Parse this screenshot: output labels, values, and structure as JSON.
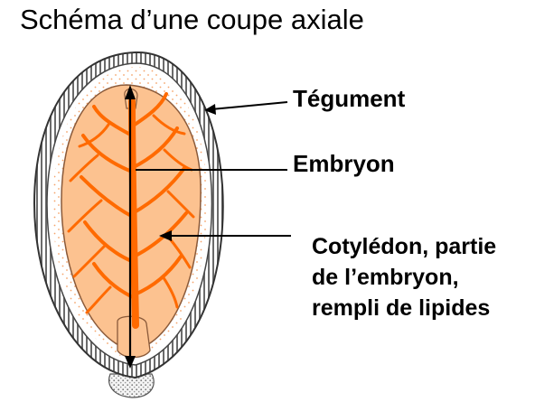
{
  "title": "Schéma d’une coupe axiale",
  "labels": {
    "tegument": "Tégument",
    "embryon": "Embryon",
    "cotyledon_line1": "Cotylédon, partie",
    "cotyledon_line2": "de l’embryon,",
    "cotyledon_line3": "rempli de lipides"
  },
  "colors": {
    "cotyledon_fill": "#fcc290",
    "vein_color": "#ff6a00",
    "seed_coat_stroke": "#3a3a3a",
    "dot_color": "#f6a46a",
    "arrow_color": "#000000"
  }
}
